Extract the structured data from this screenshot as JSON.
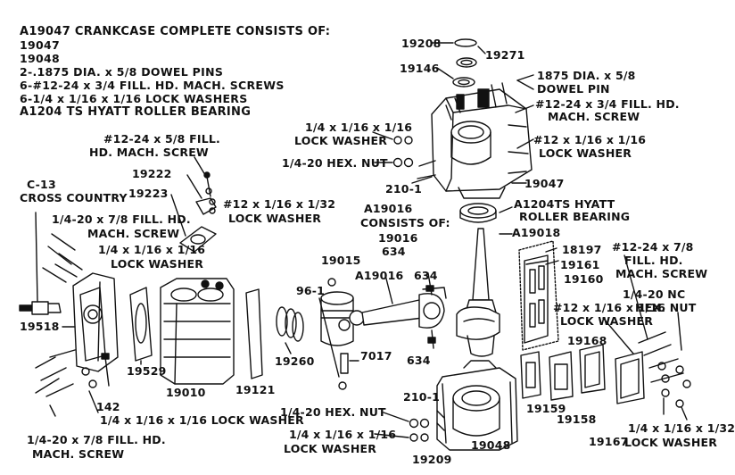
{
  "header": {
    "title": "A19047 CRANKCASE COMPLETE CONSISTS OF:",
    "lines": [
      "19047",
      "19048",
      "2-.1875 DIA. x 5/8 DOWEL PINS",
      "6-#12-24 x 3/4 FILL. HD. MACH. SCREWS",
      "6-1/4 x 1/16 x 1/16 LOCK WASHERS",
      "A1204 TS HYATT ROLLER BEARING"
    ]
  },
  "subassembly": {
    "title": "A19016",
    "consists": "CONSISTS OF:",
    "lines": [
      "19016",
      "634"
    ]
  },
  "labels": {
    "p19208": "19208",
    "p19271": "19271",
    "p19146": "19146",
    "dowel_pin": [
      "1875 DIA. x 5/8",
      "DOWEL PIN"
    ],
    "top_screw": [
      "#12-24 x 3/4 FILL. HD.",
      "MACH. SCREW"
    ],
    "top_washer_right": [
      "#12 x 1/16 x 1/16",
      "LOCK WASHER"
    ],
    "top_washer_left": [
      "1/4 x 1/16 x 1/16",
      "LOCK WASHER"
    ],
    "hex_nut_top": "1/4-20 HEX. NUT",
    "p210_top": "210-1",
    "p19047": "19047",
    "bearing": [
      "A1204TS HYATT",
      "ROLLER BEARING"
    ],
    "a19018": "A19018",
    "screw_58": [
      "#12-24 x 5/8 FILL.",
      "HD. MACH. SCREW"
    ],
    "p19222": "19222",
    "p19223": "19223",
    "washer_132": [
      "#12 x 1/16 x 1/32",
      "LOCK WASHER"
    ],
    "c13": [
      "C-13",
      "CROSS COUNTRY"
    ],
    "left_screw_top": [
      "1/4-20 x 7/8 FILL. HD.",
      "MACH. SCREW"
    ],
    "left_washer_top": [
      "1/4 x 1/16 x 1/16",
      "LOCK WASHER"
    ],
    "p19518": "19518",
    "p19529": "19529",
    "p19010": "19010",
    "p19121": "19121",
    "p142": "142",
    "left_washer_bottom": "1/4 x 1/16 x 1/16 LOCK WASHER",
    "left_screw_bottom": [
      "1/4-20 x 7/8 FILL. HD.",
      "MACH. SCREW"
    ],
    "p19015": "19015",
    "a19016_part": "A19016",
    "p634_top": "634",
    "p634_bottom": "634",
    "p96_1": "96-1",
    "p19260": "19260",
    "p7017": "7017",
    "hex_nut_bottom": "1/4-20 HEX. NUT",
    "bottom_washer": [
      "1/4 x 1/16 x 1/16",
      "LOCK WASHER"
    ],
    "p210_bottom": "210-1",
    "p19048": "19048",
    "p19209": "19209",
    "p18197": "18197",
    "p19161": "19161",
    "p19160": "19160",
    "right_washer": [
      "#12 x 1/16 x 1/16",
      "LOCK WASHER"
    ],
    "right_screw": [
      "#12-24 x 7/8",
      "FILL. HD.",
      "MACH. SCREW"
    ],
    "nc_nut": [
      "1/4-20 NC",
      "HEX. NUT"
    ],
    "p19168": "19168",
    "p19159": "19159",
    "p19158": "19158",
    "p19167": "19167",
    "right_washer_132": [
      "1/4 x 1/16 x 1/32",
      "LOCK WASHER"
    ]
  }
}
